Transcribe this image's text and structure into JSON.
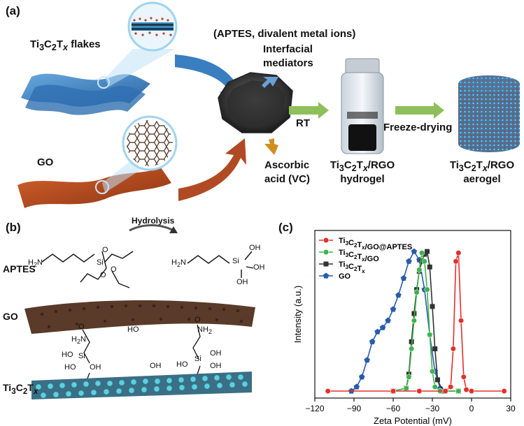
{
  "panel_a": {
    "label": "(a)",
    "ti3c2tx_flakes": "Ti3C2Tx flakes",
    "go": "GO",
    "mediators_line1": "(APTES, divalent metal ions)",
    "mediators_line2": "Interfacial",
    "mediators_line3": "mediators",
    "ascorbic_line1": "Ascorbic",
    "ascorbic_line2": "acid (VC)",
    "rt": "RT",
    "hydrogel_line1": "Ti3C2Tx/RGO",
    "hydrogel_line2": "hydrogel",
    "freeze": "Freeze-drying",
    "aerogel_line1": "Ti3C2Tx/RGO",
    "aerogel_line2": "aerogel",
    "colors": {
      "mxene_blue": "#2b6fb6",
      "go_orange": "#b5461d",
      "arrow_green": "#8fbf5a",
      "arrow_blue": "#3a7ec2",
      "arrow_orange": "#b04a25"
    }
  },
  "panel_b": {
    "label": "(b)",
    "hydrolysis": "Hydrolysis",
    "apt_label": "APTES",
    "go_label": "GO",
    "mx_label": "Ti3C2Tx",
    "chem": {
      "h2n": "H2N",
      "si": "Si",
      "o": "O",
      "oh": "OH",
      "ho": "HO",
      "nh2": "NH2"
    }
  },
  "chart_data": {
    "type": "line",
    "panel_label": "(c)",
    "xlabel": "Zeta Potential (mV)",
    "ylabel": "Intensity (a.u.)",
    "xlim": [
      -120,
      30
    ],
    "ylim": [
      0,
      1.05
    ],
    "xticks": [
      -120,
      -90,
      -60,
      -30,
      0,
      30
    ],
    "legend_position": "top-left",
    "series": [
      {
        "name": "Ti3C2Tx/GO@APTES",
        "color": "#e2302a",
        "marker": "circle",
        "x": [
          -110,
          -60,
          -40,
          -20,
          -16,
          -14,
          -12,
          -10,
          -8,
          -6,
          -4,
          0,
          25
        ],
        "y": [
          0,
          0,
          0,
          0,
          0.03,
          0.3,
          0.92,
          0.98,
          0.5,
          0.1,
          0.01,
          0,
          0
        ]
      },
      {
        "name": "Ti3C2Tx/GO",
        "color": "#3cb34a",
        "marker": "circle",
        "x": [
          -60,
          -50,
          -48,
          -46,
          -44,
          -42,
          -40,
          -38,
          -36,
          -34,
          -32,
          -30,
          -28,
          -24,
          -10
        ],
        "y": [
          0,
          0.02,
          0.1,
          0.3,
          0.5,
          0.7,
          0.86,
          0.98,
          0.92,
          0.72,
          0.4,
          0.14,
          0.03,
          0,
          0
        ]
      },
      {
        "name": "Ti3C2Tx",
        "color": "#333333",
        "marker": "square",
        "x": [
          -60,
          -50,
          -48,
          -46,
          -44,
          -42,
          -40,
          -38,
          -36,
          -34,
          -32,
          -30,
          -28,
          -26,
          -22,
          -10
        ],
        "y": [
          0,
          0.02,
          0.12,
          0.35,
          0.55,
          0.72,
          0.85,
          0.92,
          0.97,
          0.99,
          0.88,
          0.6,
          0.3,
          0.08,
          0,
          0
        ]
      },
      {
        "name": "GO",
        "color": "#2a5caa",
        "marker": "pentagon",
        "x": [
          -92,
          -88,
          -84,
          -80,
          -76,
          -72,
          -68,
          -64,
          -60,
          -56,
          -52,
          -48,
          -44,
          -40,
          -36,
          -32,
          -28,
          -24,
          -20
        ],
        "y": [
          0,
          0.03,
          0.1,
          0.22,
          0.35,
          0.42,
          0.45,
          0.5,
          0.58,
          0.68,
          0.8,
          0.92,
          0.99,
          0.93,
          0.72,
          0.4,
          0.14,
          0.02,
          0
        ]
      }
    ]
  }
}
